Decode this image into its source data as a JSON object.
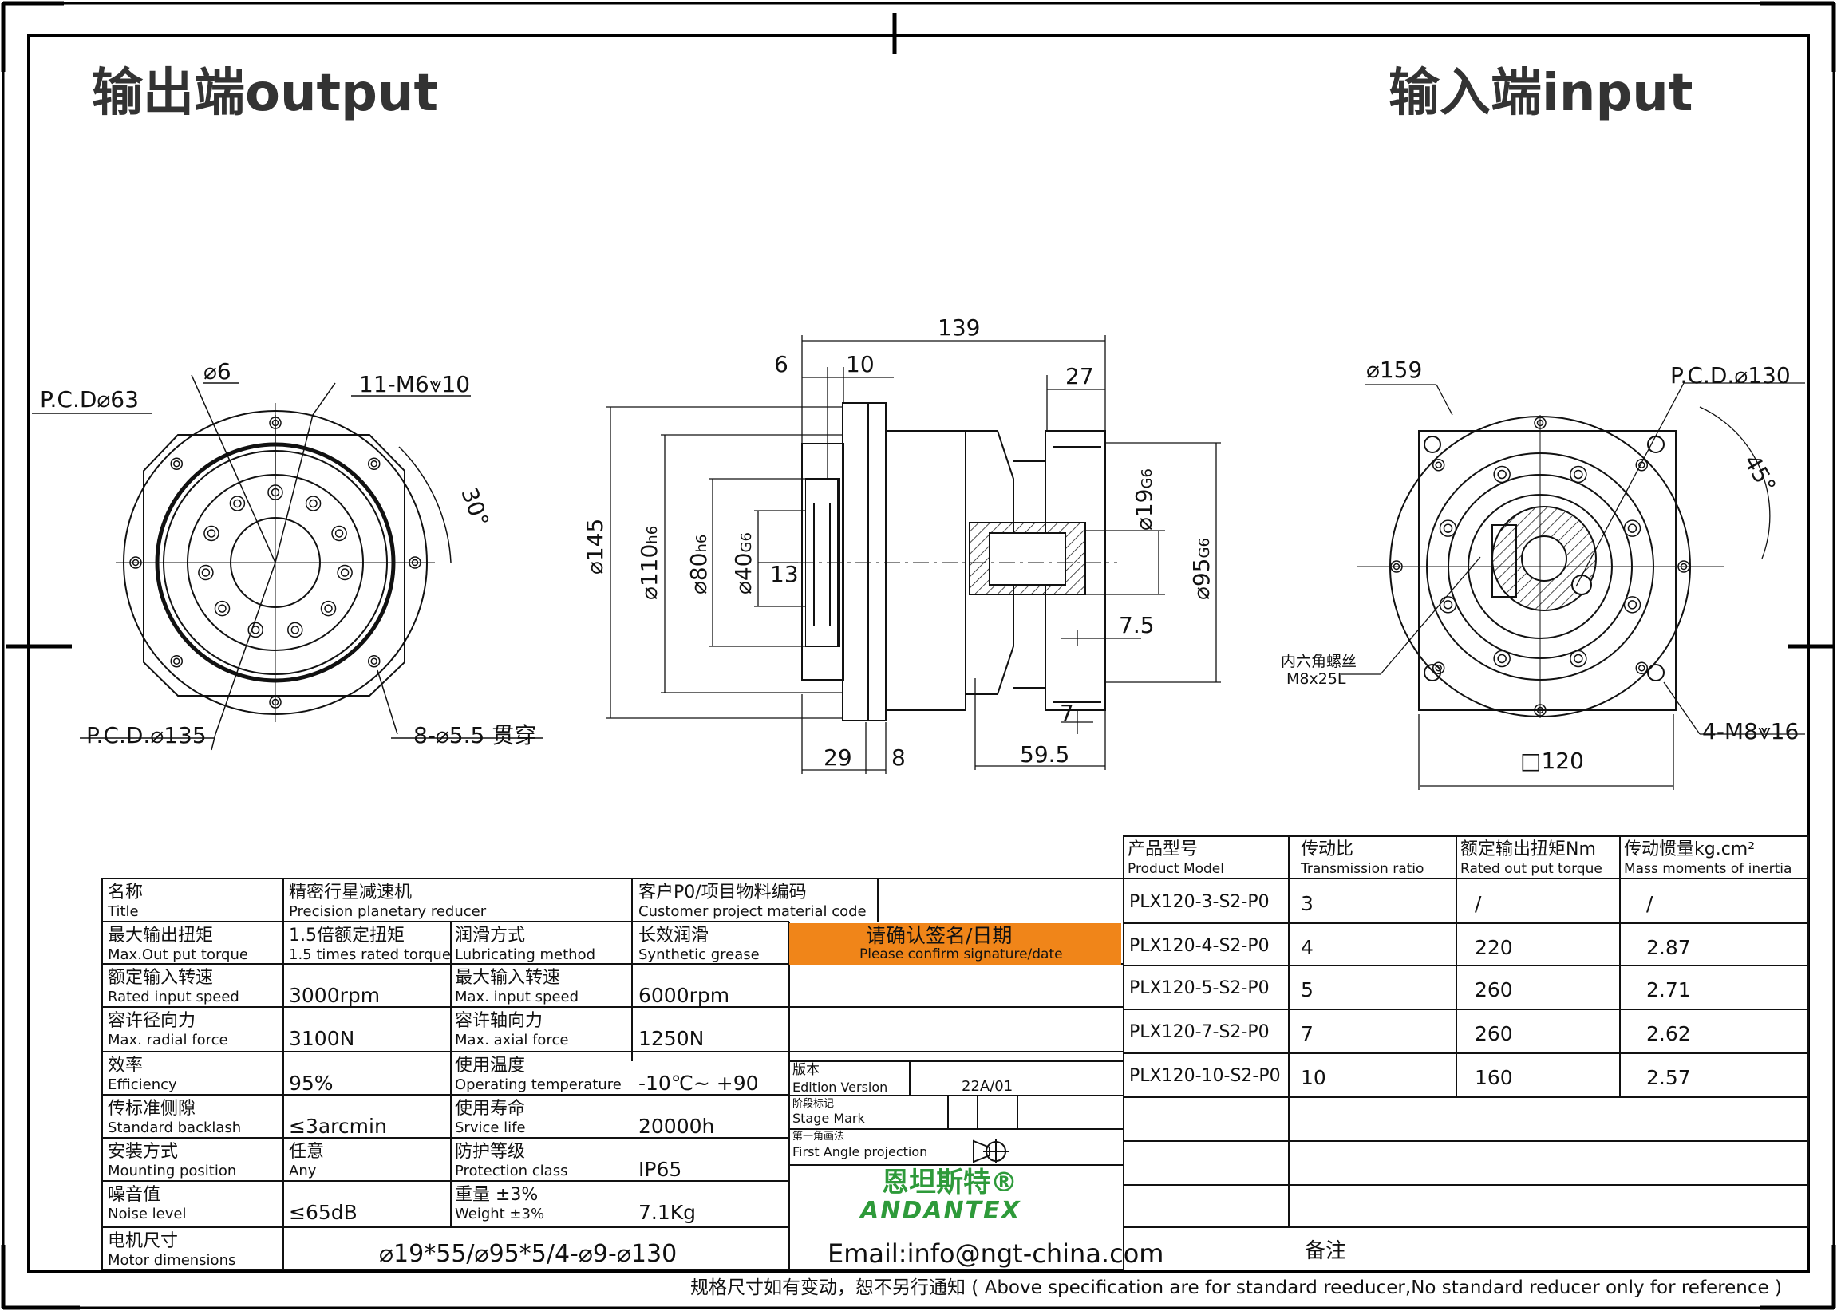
{
  "headings": {
    "output": "输出端output",
    "input": "输入端input"
  },
  "left_view": {
    "pcd63": "P.C.D⌀63",
    "hole6": "⌀6",
    "thread_holes": "11-M6⩔10",
    "angle30": "30°",
    "pcd135": "P.C.D.⌀135",
    "through_holes": "8-⌀5.5 贯穿"
  },
  "side_view": {
    "len139": "139",
    "len6": "6",
    "len10": "10",
    "len27": "27",
    "d145": "⌀145",
    "d110": "⌀110",
    "d110_tol": "h6",
    "d80": "⌀80",
    "d80_tol": "h6",
    "d40": "⌀40",
    "d40_tol": "G6",
    "len13": "13",
    "d19": "⌀19",
    "d19_tol": "G6",
    "d95": "⌀95",
    "d95_tol": "G6",
    "len7_5": "7.5",
    "len7": "7",
    "len29": "29",
    "len8": "8",
    "len59_5": "59.5"
  },
  "right_view": {
    "d159": "⌀159",
    "pcd130": "P.C.D.⌀130",
    "angle45": "45°",
    "screw_cn": "内六角螺丝",
    "screw_size": "M8x25L",
    "thread4": "4-M8⩔16",
    "square120": "□120"
  },
  "spec_table": {
    "rows": [
      [
        {
          "cn": "名称",
          "en": "Title"
        },
        {
          "cn": "精密行星减速机",
          "en": "Precision planetary reducer"
        },
        {
          "cn": "客户P0/项目物料编码",
          "en": "Customer project material code"
        }
      ],
      [
        {
          "cn": "最大输出扭矩",
          "en": "Max.Out put torque"
        },
        {
          "cn": "1.5倍额定扭矩",
          "en": "1.5 times rated torque"
        },
        {
          "cn": "润滑方式",
          "en": "Lubricating method"
        },
        {
          "cn": "长效润滑",
          "en": "Synthetic grease"
        }
      ],
      [
        {
          "cn": "额定输入转速",
          "en": "Rated input speed"
        },
        {
          "v": "3000rpm"
        },
        {
          "cn": "最大输入转速",
          "en": "Max. input speed"
        },
        {
          "v": "6000rpm"
        }
      ],
      [
        {
          "cn": "容许径向力",
          "en": "Max. radial force"
        },
        {
          "v": "3100N"
        },
        {
          "cn": "容许轴向力",
          "en": "Max. axial force"
        },
        {
          "v": "1250N"
        }
      ],
      [
        {
          "cn": "效率",
          "en": "Efficiency"
        },
        {
          "v": "95%"
        },
        {
          "cn": "使用温度",
          "en": "Operating temperature"
        },
        {
          "v": "-10℃~ +90"
        }
      ],
      [
        {
          "cn": "传标准侧隙",
          "en": "Standard backlash"
        },
        {
          "v": "≤3arcmin"
        },
        {
          "cn": "使用寿命",
          "en": "Srvice life"
        },
        {
          "v": "20000h"
        }
      ],
      [
        {
          "cn": "安装方式",
          "en": "Mounting position"
        },
        {
          "cn": "任意",
          "en": "Any"
        },
        {
          "cn": "防护等级",
          "en": "Protection class"
        },
        {
          "v": "IP65"
        }
      ],
      [
        {
          "cn": "噪音值",
          "en": "Noise level"
        },
        {
          "v": "≤65dB"
        },
        {
          "cn": "重量 ±3%",
          "en": "Weight ±3%"
        },
        {
          "v": "7.1Kg"
        }
      ],
      [
        {
          "cn": "电机尺寸",
          "en": "Motor dimensions"
        },
        {
          "v": "⌀19*55/⌀95*5/4-⌀9-⌀130"
        }
      ]
    ]
  },
  "confirm": {
    "cn": "请确认签名/日期",
    "en": "Please confirm signature/date",
    "color": "#f08519"
  },
  "edition": {
    "cn": "版本",
    "en": "Edition Version",
    "value": "22A/01"
  },
  "stage": {
    "cn": "阶段标记",
    "en": "Stage Mark"
  },
  "projection": {
    "cn": "第一角画法",
    "en": "First Angle projection"
  },
  "brand": {
    "cn": "恩坦斯特®",
    "en": "ANDANTEX",
    "color": "#2e9a3a"
  },
  "email": "Email:info@ngt-china.com",
  "remark": "备注",
  "model_table": {
    "headers": [
      {
        "cn": "产品型号",
        "en": "Product Model"
      },
      {
        "cn": "传动比",
        "en": "Transmission ratio"
      },
      {
        "cn": "额定输出扭矩Nm",
        "en": "Rated out put torque"
      },
      {
        "cn": "传动惯量kg.cm²",
        "en": "Mass moments of inertia"
      }
    ],
    "rows": [
      [
        "PLX120-3-S2-P0",
        "3",
        "/",
        "/"
      ],
      [
        "PLX120-4-S2-P0",
        "4",
        "220",
        "2.87"
      ],
      [
        "PLX120-5-S2-P0",
        "5",
        "260",
        "2.71"
      ],
      [
        "PLX120-7-S2-P0",
        "7",
        "260",
        "2.62"
      ],
      [
        "PLX120-10-S2-P0",
        "10",
        "160",
        "2.57"
      ]
    ]
  },
  "footer": "规格尺寸如有变动，恕不另行通知 ( Above specification are for standard reeducer,No standard reducer only for reference )"
}
